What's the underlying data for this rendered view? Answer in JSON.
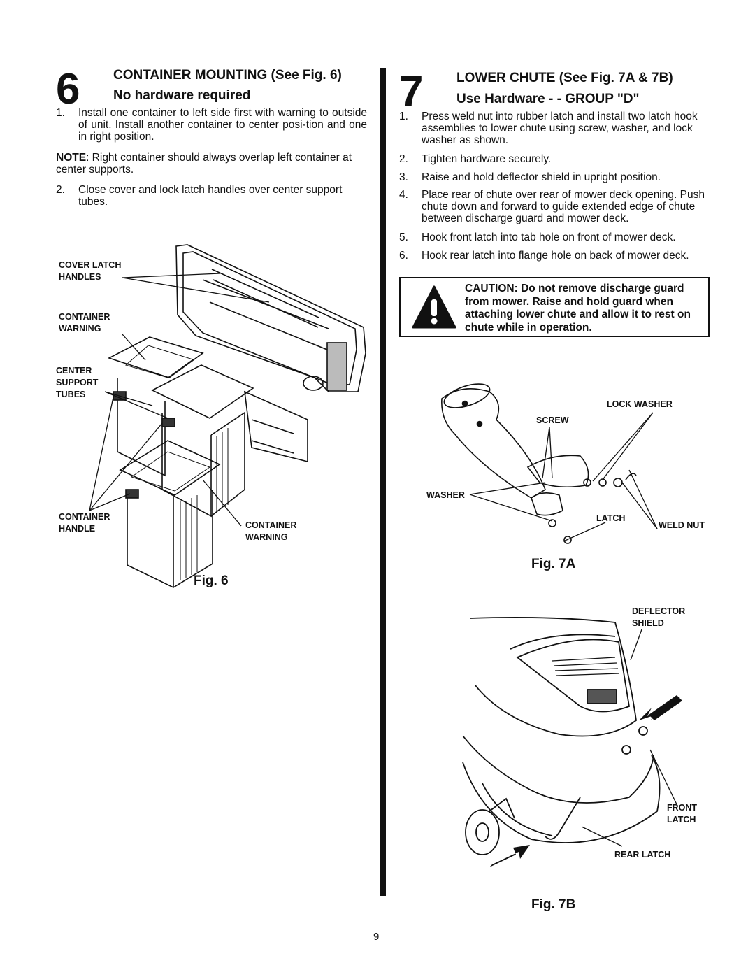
{
  "step6": {
    "number": "6",
    "title": "CONTAINER MOUNTING (See Fig. 6)",
    "subtitle": "No hardware required",
    "items": [
      {
        "num": "1.",
        "text": "Install one container to left side first with warning to outside of unit. Install another container to center posi-tion and one in right position."
      },
      {
        "num": "2.",
        "text": "Close cover and lock latch handles over center support tubes."
      }
    ],
    "note_label": "NOTE",
    "note_text": ": Right container should always overlap left container at  center supports.",
    "figure": {
      "caption": "Fig. 6",
      "labels": {
        "cover_latch_handles": "COVER LATCH\nHANDLES",
        "container_warning_top": "CONTAINER\nWARNING",
        "center_support_tubes": "CENTER\nSUPPORT\nTUBES",
        "container_handle": "CONTAINER\nHANDLE",
        "container_warning_bottom": "CONTAINER\nWARNING"
      }
    }
  },
  "step7": {
    "number": "7",
    "title": "LOWER CHUTE (See Fig. 7A & 7B)",
    "subtitle": "Use Hardware - - GROUP \"D\"",
    "items": [
      {
        "num": "1.",
        "text": "Press weld nut into rubber latch and install two latch hook assemblies to lower chute using screw, washer, and  lock washer as shown."
      },
      {
        "num": "2.",
        "text": "Tighten hardware securely."
      },
      {
        "num": "3.",
        "text": "Raise and hold deflector shield in upright position."
      },
      {
        "num": "4.",
        "text": "Place rear of chute over rear of mower deck opening. Push chute down and forward to guide extended edge of chute between discharge guard and mower deck."
      },
      {
        "num": "5.",
        "text": "Hook front latch into tab hole on front of mower deck."
      },
      {
        "num": "6.",
        "text": "Hook rear latch into flange hole on back of mower deck."
      }
    ],
    "caution": "CAUTION: Do not remove discharge guard from mower. Raise and hold guard when attaching lower chute and allow it to rest on chute while in operation.",
    "fig7a": {
      "caption": "Fig. 7A",
      "labels": {
        "lock_washer": "LOCK WASHER",
        "screw": "SCREW",
        "washer": "WASHER",
        "latch": "LATCH",
        "weld_nut": "WELD NUT"
      }
    },
    "fig7b": {
      "caption": "Fig. 7B",
      "labels": {
        "deflector_shield": "DEFLECTOR\nSHIELD",
        "front_latch": "FRONT\nLATCH",
        "rear_latch": "REAR LATCH"
      }
    }
  },
  "page_number": "9"
}
